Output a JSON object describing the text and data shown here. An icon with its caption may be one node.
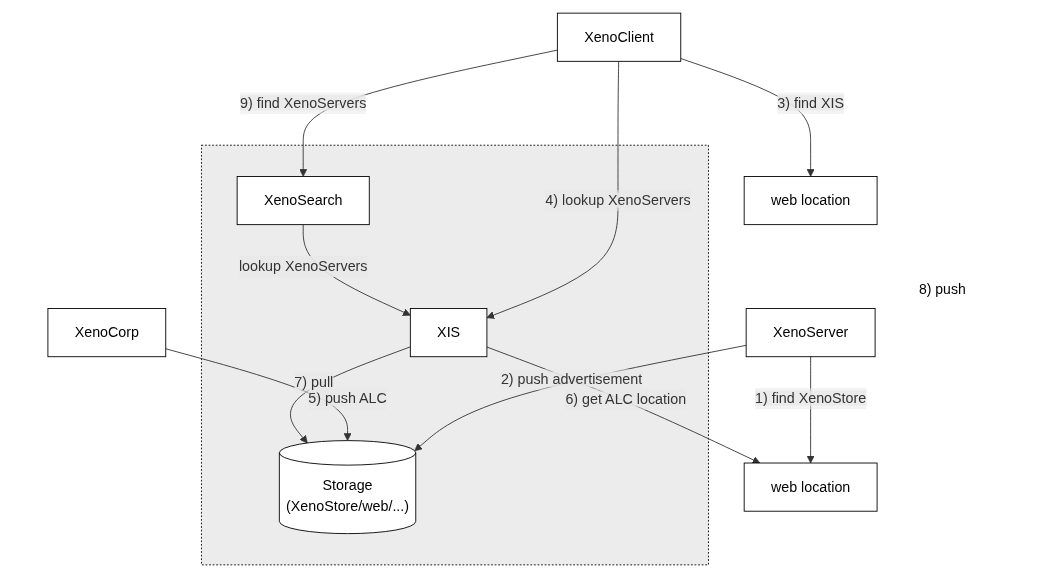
{
  "diagram": {
    "nodes": [
      {
        "text": [
          "web location"
        ]
      },
      {
        "text": [
          "XenoCorp"
        ]
      },
      {
        "text": [],
        "shape": "box"
      },
      {
        "text": [
          "XIS"
        ],
        "in": 2
      },
      {
        "text": [
          "Storage",
          "(XenoStore/web/...)"
        ],
        "in": 2
      },
      {
        "text": [
          "XenoSearch"
        ],
        "in": 2
      },
      {
        "text": [
          "XenoServer"
        ]
      },
      {
        "text": [
          "XenoClient"
        ]
      },
      {
        "text": [
          "web location"
        ]
      }
    ],
    "edges": [
      {
        "from": 6,
        "to": 0,
        "arrow": "to",
        "label": "1) find XenoStore"
      },
      {
        "from": 6,
        "to": 4,
        "arrow": "to",
        "label": "2) push advertisement"
      },
      {
        "from": 7,
        "to": 8,
        "arrow": "to",
        "label": "3) find XIS"
      },
      {
        "from": 7,
        "to": 3,
        "arrow": "to",
        "label": "4) lookup XenoServers"
      },
      {
        "from": 1,
        "to": 4,
        "arrow": "to",
        "label": "5) push ALC"
      },
      {
        "from": 3,
        "to": 0,
        "arrow": "to",
        "label": "6) get ALC location"
      },
      {
        "from": 3,
        "to": 4,
        "arrow": "to",
        "label": "7) pull"
      },
      {
        "from": 5,
        "to": 3,
        "arrow": "to",
        "label": "lookup XenoServers"
      },
      {
        "from": 7,
        "to": 5,
        "arrow": "to",
        "label": "9) find XenoServers"
      }
    ],
    "labels": [
      "8) push"
    ]
  }
}
